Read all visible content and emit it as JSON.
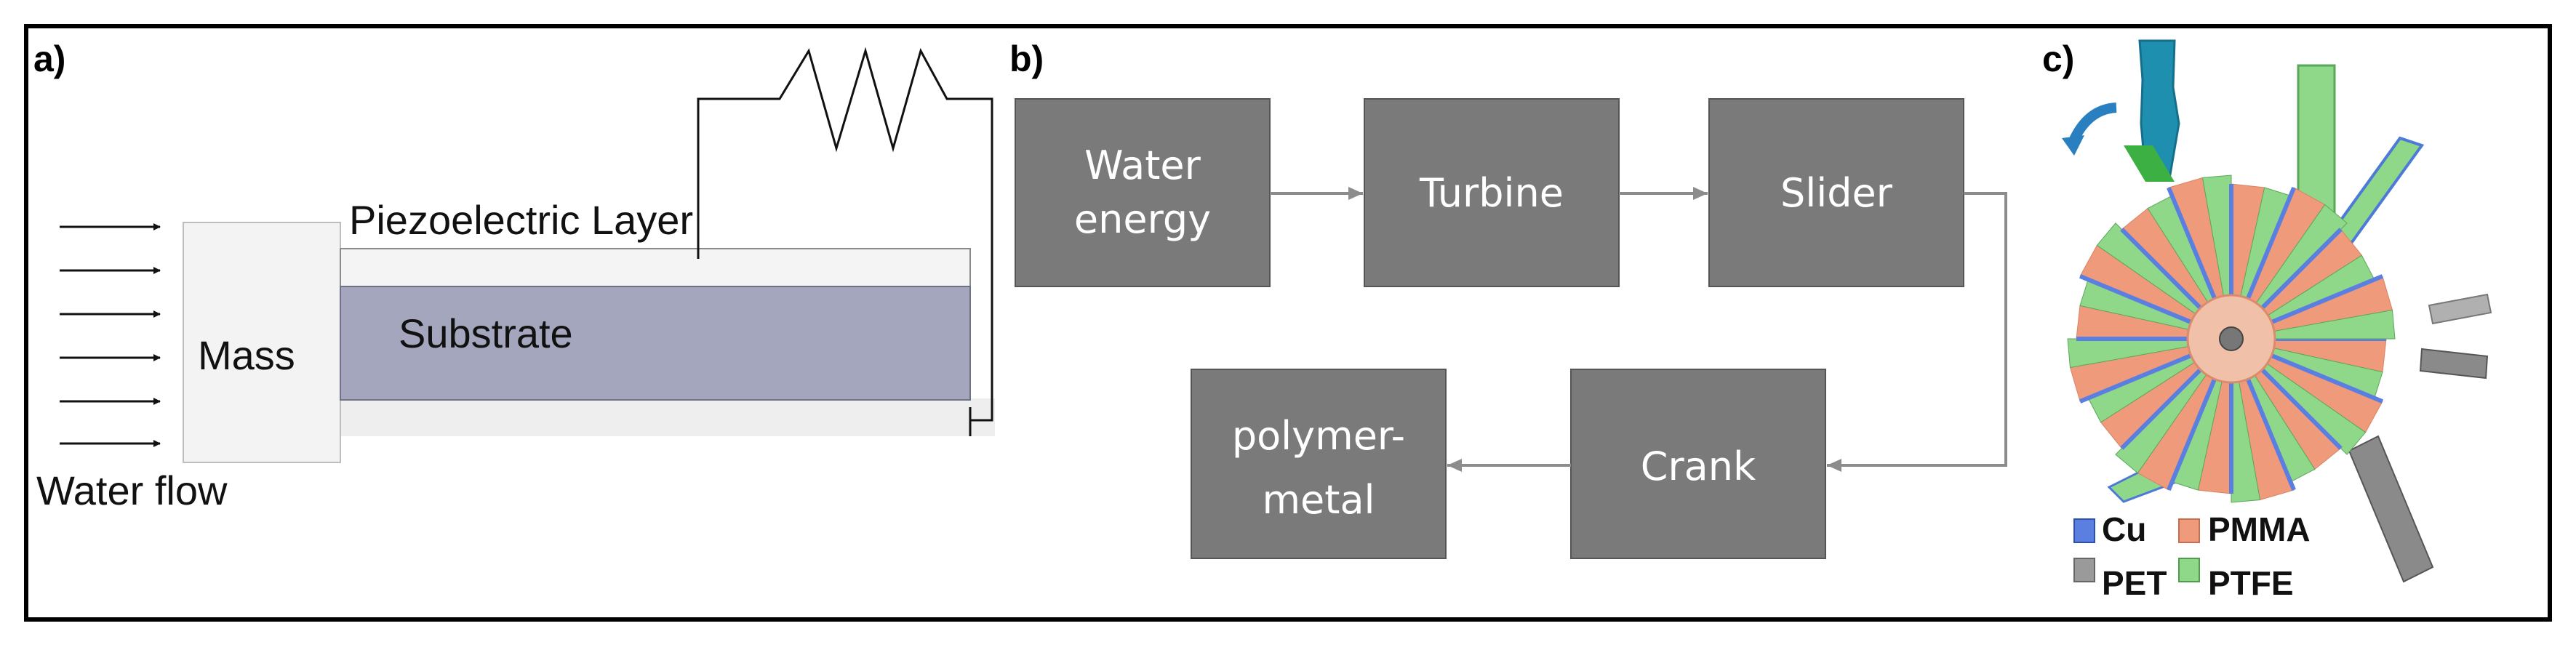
{
  "panel_a": {
    "label": "a)",
    "piezo_label": "Piezoelectric Layer",
    "mass_label": "Mass",
    "substrate_label": "Substrate",
    "water_flow_label": "Water flow"
  },
  "panel_b": {
    "label": "b)",
    "boxes": {
      "water_energy": [
        "Water",
        "energy"
      ],
      "turbine": "Turbine",
      "slider": "Slider",
      "crank": "Crank",
      "polymer_metal": [
        "polymer-",
        "metal"
      ]
    }
  },
  "panel_c": {
    "label": "c)",
    "legend": {
      "cu": "Cu",
      "pmma": "PMMA",
      "pet": "PET",
      "ptfe": "PTFE"
    }
  },
  "colors": {
    "box_fill": "#7a7a7a",
    "substrate": "#a4a6bd",
    "cu": "#5b7fe0",
    "pmma": "#f09a7c",
    "pet": "#9a9a9a",
    "ptfe": "#8fd88a",
    "water_blue": "#1f8fb0"
  }
}
